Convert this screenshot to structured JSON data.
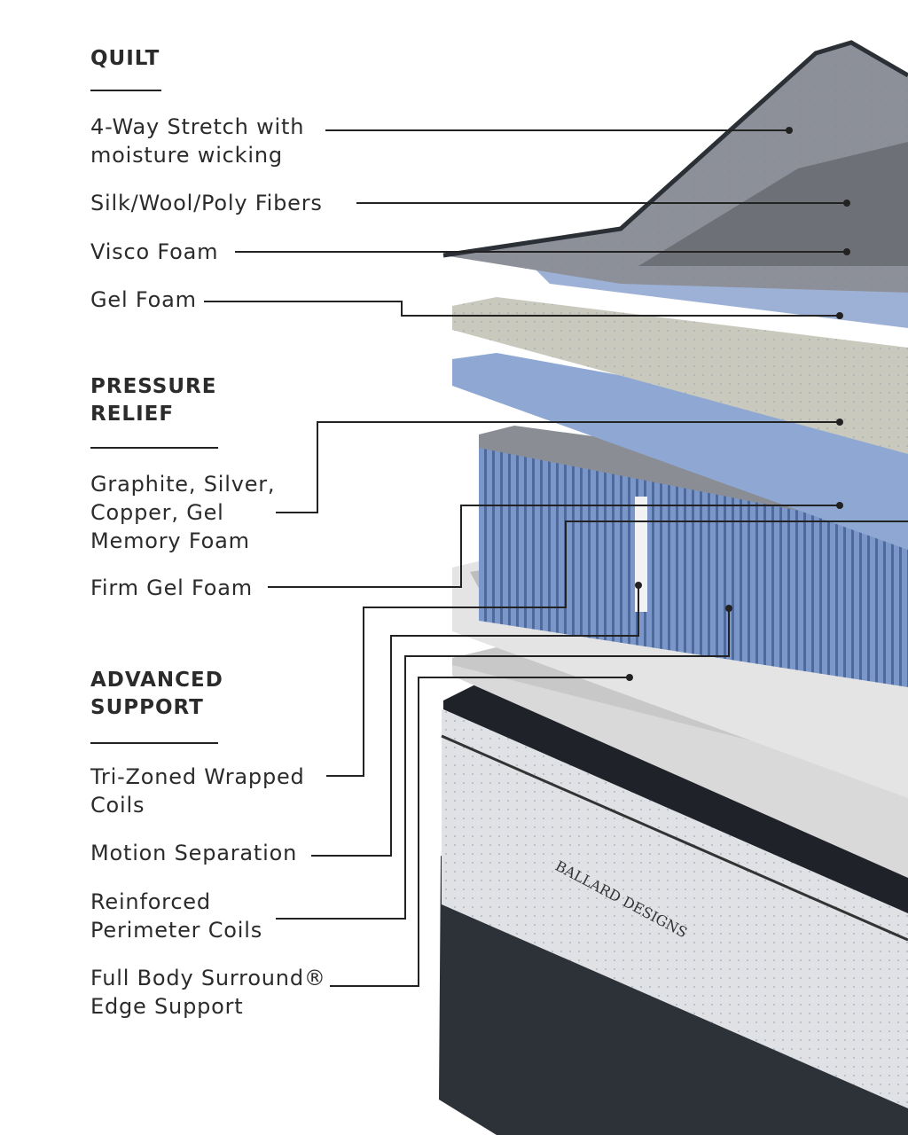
{
  "sections": [
    {
      "heading": "QUILT",
      "items": [
        "4-Way Stretch with moisture wicking",
        "Silk/Wool/Poly Fibers",
        "Visco Foam",
        "Gel Foam"
      ]
    },
    {
      "heading": "PRESSURE RELIEF",
      "items": [
        "Graphite, Silver, Copper, Gel Memory Foam",
        "Firm Gel Foam"
      ]
    },
    {
      "heading": "ADVANCED SUPPORT",
      "items": [
        "Tri-Zoned Wrapped Coils",
        "Motion Separation",
        "Reinforced Perimeter Coils",
        "Full Body Surround® Edge Support"
      ]
    }
  ],
  "labels": {
    "quilt": "QUILT",
    "stretch": "4-Way Stretch with\nmoisture wicking",
    "fibers": "Silk/Wool/Poly Fibers",
    "visco": "Visco Foam",
    "gel": "Gel Foam",
    "pressure": "PRESSURE\nRELIEF",
    "graphite": "Graphite, Silver,\nCopper, Gel\nMemory Foam",
    "firm": "Firm Gel Foam",
    "advanced": "ADVANCED\nSUPPORT",
    "coils": "Tri-Zoned Wrapped\nCoils",
    "motion": "Motion Separation",
    "perimeter": "Reinforced\nPerimeter Coils",
    "edge": "Full Body Surround®\nEdge Support"
  },
  "brand": "BALLARD DESIGNS",
  "colors": {
    "line": "#222222",
    "coil": "#6f8fc4",
    "gel": "#8fa9d4",
    "dark": "#2b2f36"
  }
}
